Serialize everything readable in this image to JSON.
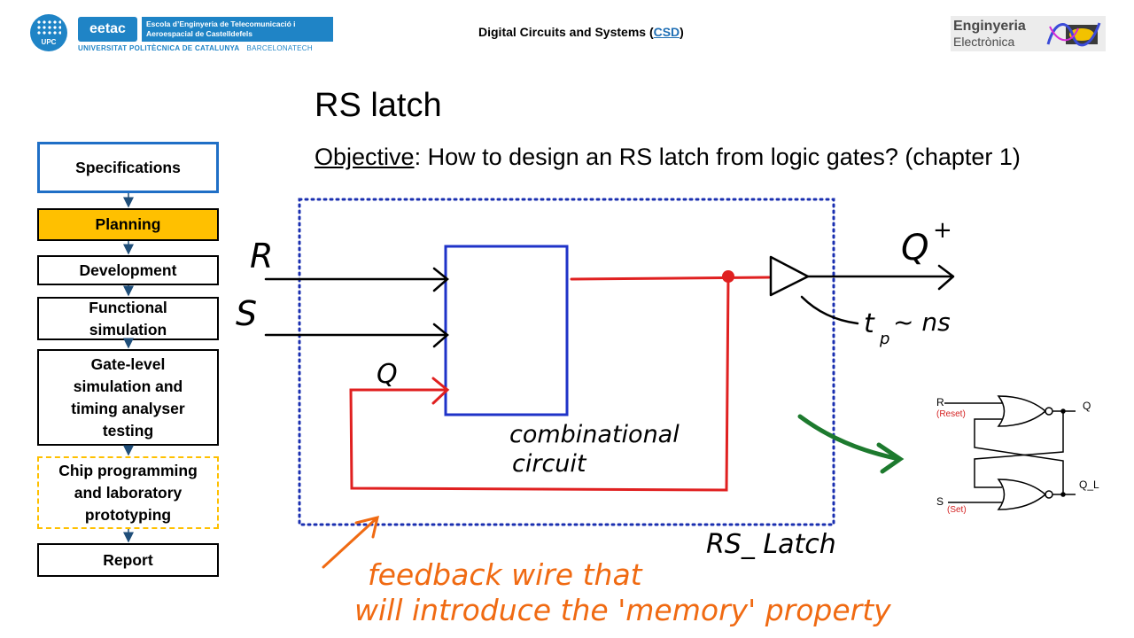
{
  "header": {
    "upc_logo_text": "UPC",
    "eetac_logo_text": "eetac",
    "eetac_school_line1": "Escola d’Enginyeria de Telecomunicació i",
    "eetac_school_line2": "Aeroespacial de Castelldefels",
    "university": "UNIVERSITAT POLITÈCNICA DE CATALUNYA",
    "barcelonatech": "BARCELONATECH",
    "course_title_prefix": "Digital Circuits and Systems (",
    "course_link": "CSD",
    "course_title_suffix": ")",
    "ee_logo_line1": "Enginyeria",
    "ee_logo_line2": "Electrònica"
  },
  "slide": {
    "title": "RS latch",
    "objective_label": "Objective",
    "objective_text": ": How to design an RS latch from logic gates? (chapter 1)"
  },
  "flow": [
    {
      "id": "spec",
      "label": "Specifications"
    },
    {
      "id": "plan",
      "label": "Planning"
    },
    {
      "id": "dev",
      "label": "Development"
    },
    {
      "id": "func",
      "label": "Functional simulation"
    },
    {
      "id": "gate",
      "label": "Gate-level simulation and timing analyser testing"
    },
    {
      "id": "chip",
      "label": "Chip programming and laboratory prototyping"
    },
    {
      "id": "report",
      "label": "Report"
    }
  ],
  "diagram": {
    "input_r": "R",
    "input_s": "S",
    "feedback_q": "Q",
    "output": "Q",
    "output_sup": "+",
    "delay_t": "t",
    "delay_sub": "p",
    "delay_rest": "~ ns",
    "block_line1": "combinational",
    "block_line2": "circuit",
    "latch_name": "RS_ Latch",
    "note_line1": "feedback wire that",
    "note_line2": "will introduce the 'memory' property",
    "colors": {
      "block": "#1f33c8",
      "feedback": "#e02020",
      "boundary": "#1a2fb0",
      "note": "#f06a12",
      "arrow": "#1d7a2e"
    }
  },
  "nor_latch": {
    "r": "R",
    "reset": "(Reset)",
    "s": "S",
    "set": "(Set)",
    "q": "Q",
    "q_l": "Q_L"
  }
}
